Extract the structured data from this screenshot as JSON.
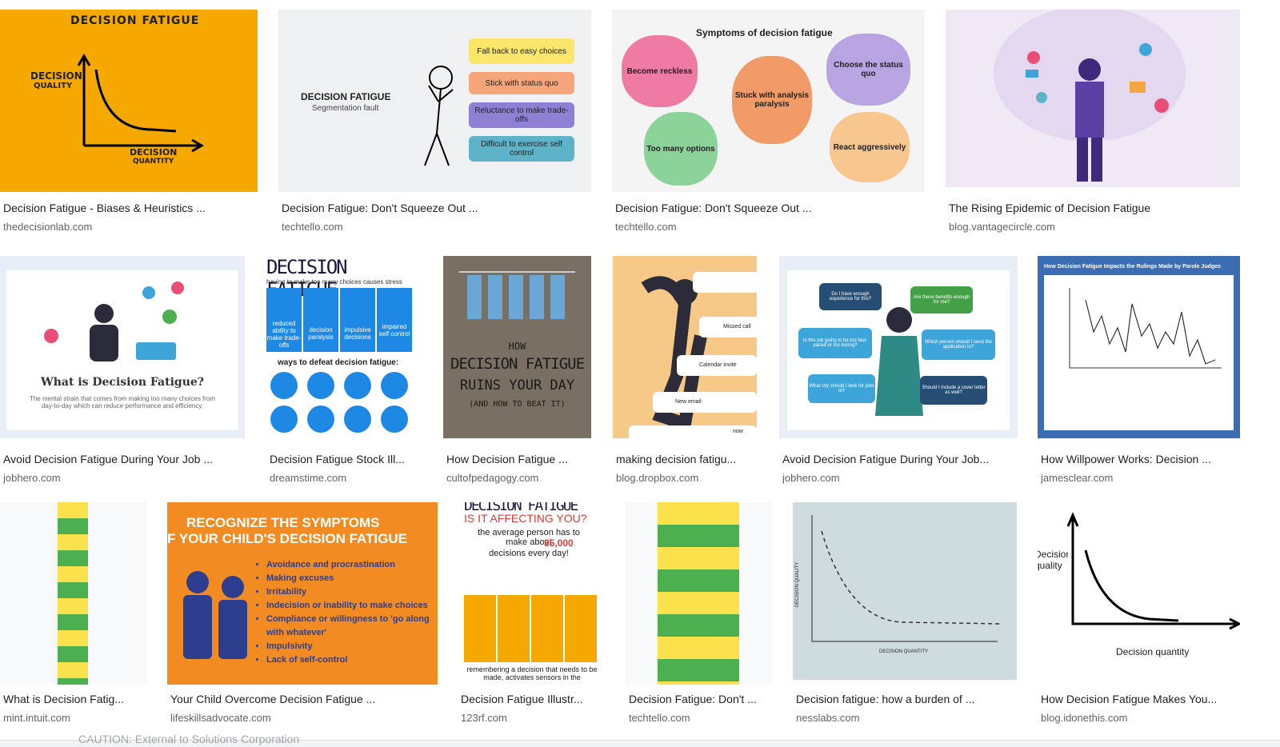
{
  "colors": {
    "title": "#202124",
    "source": "#5f6368",
    "orange": "#f5a800",
    "blue": "#1e88e5"
  },
  "results": [
    {
      "title": "Decision Fatigue - Biases & Heuristics ...",
      "source": "thedecisionlab.com",
      "thumb": {
        "heading": "Decision Fatigue",
        "ylabel1": "Decision",
        "ylabel2": "Quality",
        "xlabel1": "Decision",
        "xlabel2": "Quantity"
      }
    },
    {
      "title": "Decision Fatigue: Don't Squeeze Out ...",
      "source": "techtello.com",
      "thumb": {
        "heading": "DECISION FATIGUE",
        "sub": "Segmentation fault",
        "pills": [
          "Fall back to easy choices",
          "Stick with status quo",
          "Reluctance to make trade-offs",
          "Difficult to exercise self control"
        ]
      }
    },
    {
      "title": "Decision Fatigue: Don't Squeeze Out ...",
      "source": "techtello.com",
      "thumb": {
        "heading": "Symptoms of decision fatigue",
        "blobs": [
          "Become reckless",
          "Stuck with analysis paralysis",
          "Choose the status quo",
          "Too many options",
          "React aggressively"
        ]
      }
    },
    {
      "title": "The Rising Epidemic of Decision Fatigue",
      "source": "blog.vantagecircle.com"
    },
    {
      "title": "Avoid Decision Fatigue During Your Job ...",
      "source": "jobhero.com",
      "thumb": {
        "heading": "What is Decision Fatigue?",
        "body": "The mental strain that comes from making too many choices from day-to-day which can reduce performance and efficiency."
      }
    },
    {
      "title": "Decision Fatigue Stock Ill...",
      "source": "dreamstime.com",
      "thumb": {
        "heading": "DECISION FATIGUE",
        "sub": "having to make too many choices causes stress",
        "tiles": [
          "reduced ability to make trade-offs",
          "decision paralysis",
          "impulsive decisions",
          "impaired self control"
        ],
        "ways": "ways to defeat decision fatigue:"
      }
    },
    {
      "title": "How Decision Fatigue ...",
      "source": "cultofpedagogy.com",
      "thumb": {
        "line1": "HOW",
        "line2": "DECISION FATIGUE",
        "line3": "RUINS YOUR DAY",
        "line4": "(AND HOW TO BEAT IT)"
      }
    },
    {
      "title": "making decision fatigu...",
      "source": "blog.dropbox.com",
      "thumb": {
        "items": [
          "Missed call",
          "Calendar invite",
          "New email",
          "now"
        ]
      }
    },
    {
      "title": "Avoid Decision Fatigue During Your Job...",
      "source": "jobhero.com",
      "thumb": {
        "bubbles": [
          "Do I have enough experience for this?",
          "Are these benefits enough for me?",
          "Is this job going to be too fast-paced or too boring?",
          "Which person should I send the application to?",
          "What city should I look for jobs in?",
          "Should I include a cover letter as well?"
        ]
      }
    },
    {
      "title": "How Willpower Works: Decision ...",
      "source": "jamesclear.com",
      "thumb": {
        "heading": "How Decision Fatigue Impacts the Rulings Made by Parole Judges"
      }
    },
    {
      "title": "What is Decision Fatig...",
      "source": "mint.intuit.com"
    },
    {
      "title": "Your Child Overcome Decision Fatigue ...",
      "source": "lifeskillsadvocate.com",
      "thumb": {
        "heading1": "RECOGNIZE THE SYMPTOMS",
        "heading2": "F YOUR CHILD'S DECISION FATIGUE",
        "bullets": [
          "Avoidance and procrastination",
          "Making excuses",
          "Irritability",
          "Indecision or inability to make choices",
          "Compliance or willingness to 'go along with whatever'",
          "Impulsivity",
          "Lack of self-control"
        ]
      }
    },
    {
      "title": "Decision Fatigue Illustr...",
      "source": "123rf.com",
      "thumb": {
        "heading": "DECISION FATIGUE",
        "q": "IS IT AFFECTING YOU?",
        "line1": "the average person has to make about",
        "num": "35,000",
        "line2": "decisions every day!",
        "bottom": "remembering a decision that needs to be made, activates sensors in the"
      }
    },
    {
      "title": "Decision Fatigue: Don't ...",
      "source": "techtello.com"
    },
    {
      "title": "Decision fatigue: how a burden of ...",
      "source": "nesslabs.com",
      "thumb": {
        "ylabel": "DECISION QUALITY",
        "xlabel": "DECISION QUANTITY"
      }
    },
    {
      "title": "How Decision Fatigue Makes You...",
      "source": "blog.idonethis.com",
      "thumb": {
        "ylabel": "Decision quality",
        "xlabel": "Decision quantity"
      }
    }
  ],
  "footer_text": "CAUTION: External to Solutions Corporation"
}
